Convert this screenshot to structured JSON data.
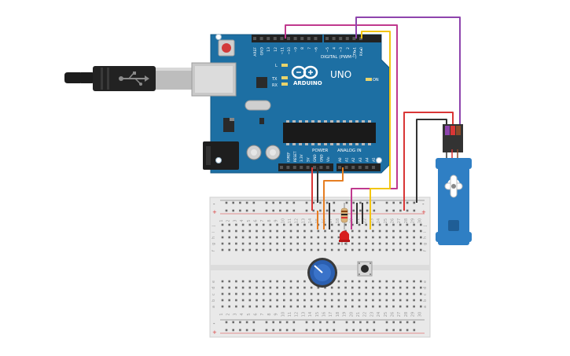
{
  "board": {
    "brand": "ARDUINO",
    "model": "UNO",
    "on_label": "ON",
    "digital_label": "DIGITAL (PWM~)",
    "power_label": "POWER",
    "analog_label": "ANALOG IN",
    "l_label": "L",
    "tx_label": "TX",
    "rx_label": "RX",
    "top_pins": [
      "AREF",
      "GND",
      "13",
      "12",
      "~11",
      "~10",
      "~9",
      "8",
      "7",
      "~6",
      "~5",
      "4",
      "~3",
      "2",
      "TX▸1",
      "RX◂0"
    ],
    "power_pins": [
      "IOREF",
      "RESET",
      "3.3V",
      "5V",
      "GND",
      "GND",
      "Vin"
    ],
    "analog_pins": [
      "A0",
      "A1",
      "A2",
      "A3",
      "A4",
      "A5"
    ]
  },
  "breadboard": {
    "row_letters_top": [
      "j",
      "i",
      "h",
      "g",
      "f"
    ],
    "row_letters_bottom": [
      "e",
      "d",
      "c",
      "b",
      "a"
    ],
    "column_numbers": [
      "1",
      "2",
      "3",
      "4",
      "5",
      "6",
      "7",
      "8",
      "9",
      "10",
      "11",
      "12",
      "13",
      "14",
      "15",
      "16",
      "17",
      "18",
      "19",
      "20",
      "21",
      "22",
      "23",
      "24",
      "25",
      "26",
      "27",
      "28",
      "29",
      "30"
    ],
    "plus": "+",
    "minus": "-"
  },
  "colors": {
    "board": "#1d6fa3",
    "board_dark": "#155a86",
    "breadboard": "#e9e9e9",
    "wire_red": "#d93636",
    "wire_black": "#333333",
    "wire_magenta": "#c0398e",
    "wire_purple": "#8e44ad",
    "wire_yellow": "#f2c511",
    "wire_orange": "#e67e22",
    "led": "#d81e1e",
    "pot": "#2b5fb0",
    "servo": "#2f7fc4"
  },
  "parts": {
    "usb_cable": "usb-cable",
    "servo": "micro-servo",
    "potentiometer": "potentiometer",
    "led": "red-led",
    "resistor": "resistor",
    "pushbutton": "pushbutton"
  }
}
